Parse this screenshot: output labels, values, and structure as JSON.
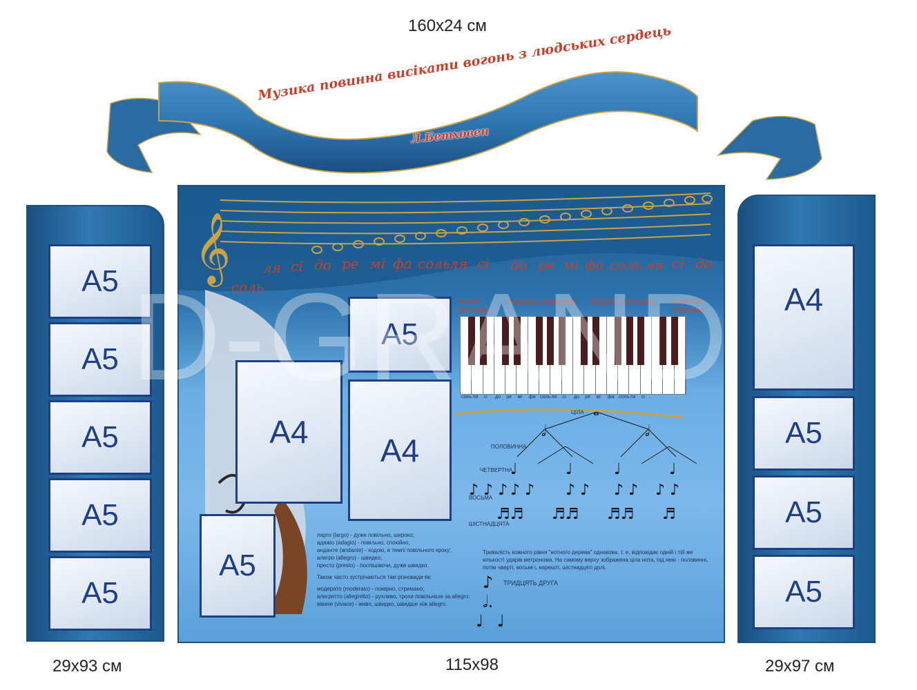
{
  "dimensions": {
    "top": "160x24 см",
    "left": "29x93 см",
    "center": "115x98",
    "right": "29x97 см"
  },
  "ribbon": {
    "quote": "Музика повинна висікати вогонь з людських сердець",
    "author": "Л.Бетховен"
  },
  "left_pockets": [
    "A5",
    "A5",
    "A5",
    "A5",
    "A5"
  ],
  "right_pockets": [
    "A4",
    "A5",
    "A5",
    "A5"
  ],
  "center_pockets": {
    "a5_top": "A5",
    "a4_left": "A4",
    "a4_middle": "A4",
    "a5_bottom": "A5"
  },
  "staff_notes": [
    "соль",
    "ля",
    "сі",
    "до",
    "ре",
    "мі",
    "фа",
    "соль",
    "ля",
    "сі",
    "до",
    "ре",
    "мі",
    "фа",
    "соль",
    "ля",
    "сі",
    "до"
  ],
  "octaves": [
    "мала октава",
    "перша октава",
    "друга октава",
    "третя октава"
  ],
  "keyboard_notes": [
    "соль",
    "ля",
    "сі",
    "до",
    "ре",
    "мі",
    "фа",
    "соль",
    "ля",
    "сі",
    "до",
    "ре",
    "мі",
    "фа",
    "соль",
    "ля",
    "сі"
  ],
  "note_tree": {
    "labels": [
      "ЦІЛА",
      "ПОЛОВИННА",
      "ЧЕТВЕРТНА",
      "ВОСЬМА",
      "ШІСТНАДЦЯТА"
    ]
  },
  "tempo_terms": [
    "ларго (largo) - дуже повільно, широко;",
    "адажіо (adagio) - повільно, спокійно;",
    "анданте (andante) - ходою, в темпі повільного кроку;",
    "алегро (allegro) - швидко;",
    "престо (presto) - поспішаючи, дуже швидко."
  ],
  "tempo_intro": "Також часто зустрічаються такі різновиди як:",
  "tempo_variants": [
    "модерато (moderato) - помірно, стримано;",
    "алегретто (allegretto) - рухливо, трохи повільніше за allegro;",
    "віваче (vivace) - живо, швидко, швидше ніж allegro."
  ],
  "duration_text": "Тривалість кожного рівня \"нотного дерева\" однакова, т. е. відповідає одній і тій же кількості ударів метронома. На самому верху зображена ціла нота, під нею - половинні, потім чверті, восьмі і, нарешті, шістнадцяті долі.",
  "thirtysecond_label": "ТРИДЦЯТЬ ДРУГА",
  "watermark": "D-GRAND",
  "colors": {
    "panel_dark": "#1a4f80",
    "panel_light": "#7db8ea",
    "pocket_border": "#1e3f86",
    "accent_red": "#c8402c",
    "gold": "#c9a24a"
  }
}
